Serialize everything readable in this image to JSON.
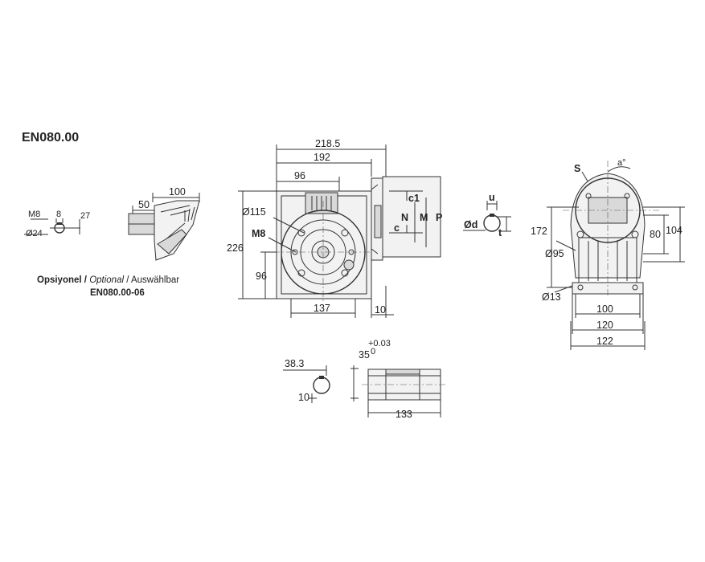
{
  "title": "EN080.00",
  "optional_note": {
    "part1": "Opsiyonel / ",
    "part2": "Optional",
    "part3": " / Auswählbar",
    "code": "EN080.00-06"
  },
  "input_detail": {
    "m8": "M8",
    "d24": "Ø24",
    "v8": "8",
    "v27": "27"
  },
  "motor_flange": {
    "v50": "50",
    "v100": "100"
  },
  "front_view": {
    "w2185": "218.5",
    "w192": "192",
    "w96": "96",
    "d115": "Ø115",
    "m8": "M8",
    "h226": "226",
    "h96": "96",
    "w137": "137",
    "w10": "10"
  },
  "flange": {
    "c1": "c1",
    "c": "c",
    "n": "N",
    "m": "M",
    "p": "P"
  },
  "shaft_key": {
    "u": "u",
    "d": "Ød",
    "t": "t"
  },
  "side_view": {
    "s": "S",
    "a": "a°",
    "h172": "172",
    "d95": "Ø95",
    "v80": "80",
    "v104": "104",
    "d13": "Ø13",
    "w100": "100",
    "w120": "120",
    "w122": "122"
  },
  "hollow_shaft": {
    "v383": "38.3",
    "v10": "10",
    "v35": "35",
    "tol_plus": "+0.03",
    "tol_zero": "0",
    "v133": "133"
  }
}
